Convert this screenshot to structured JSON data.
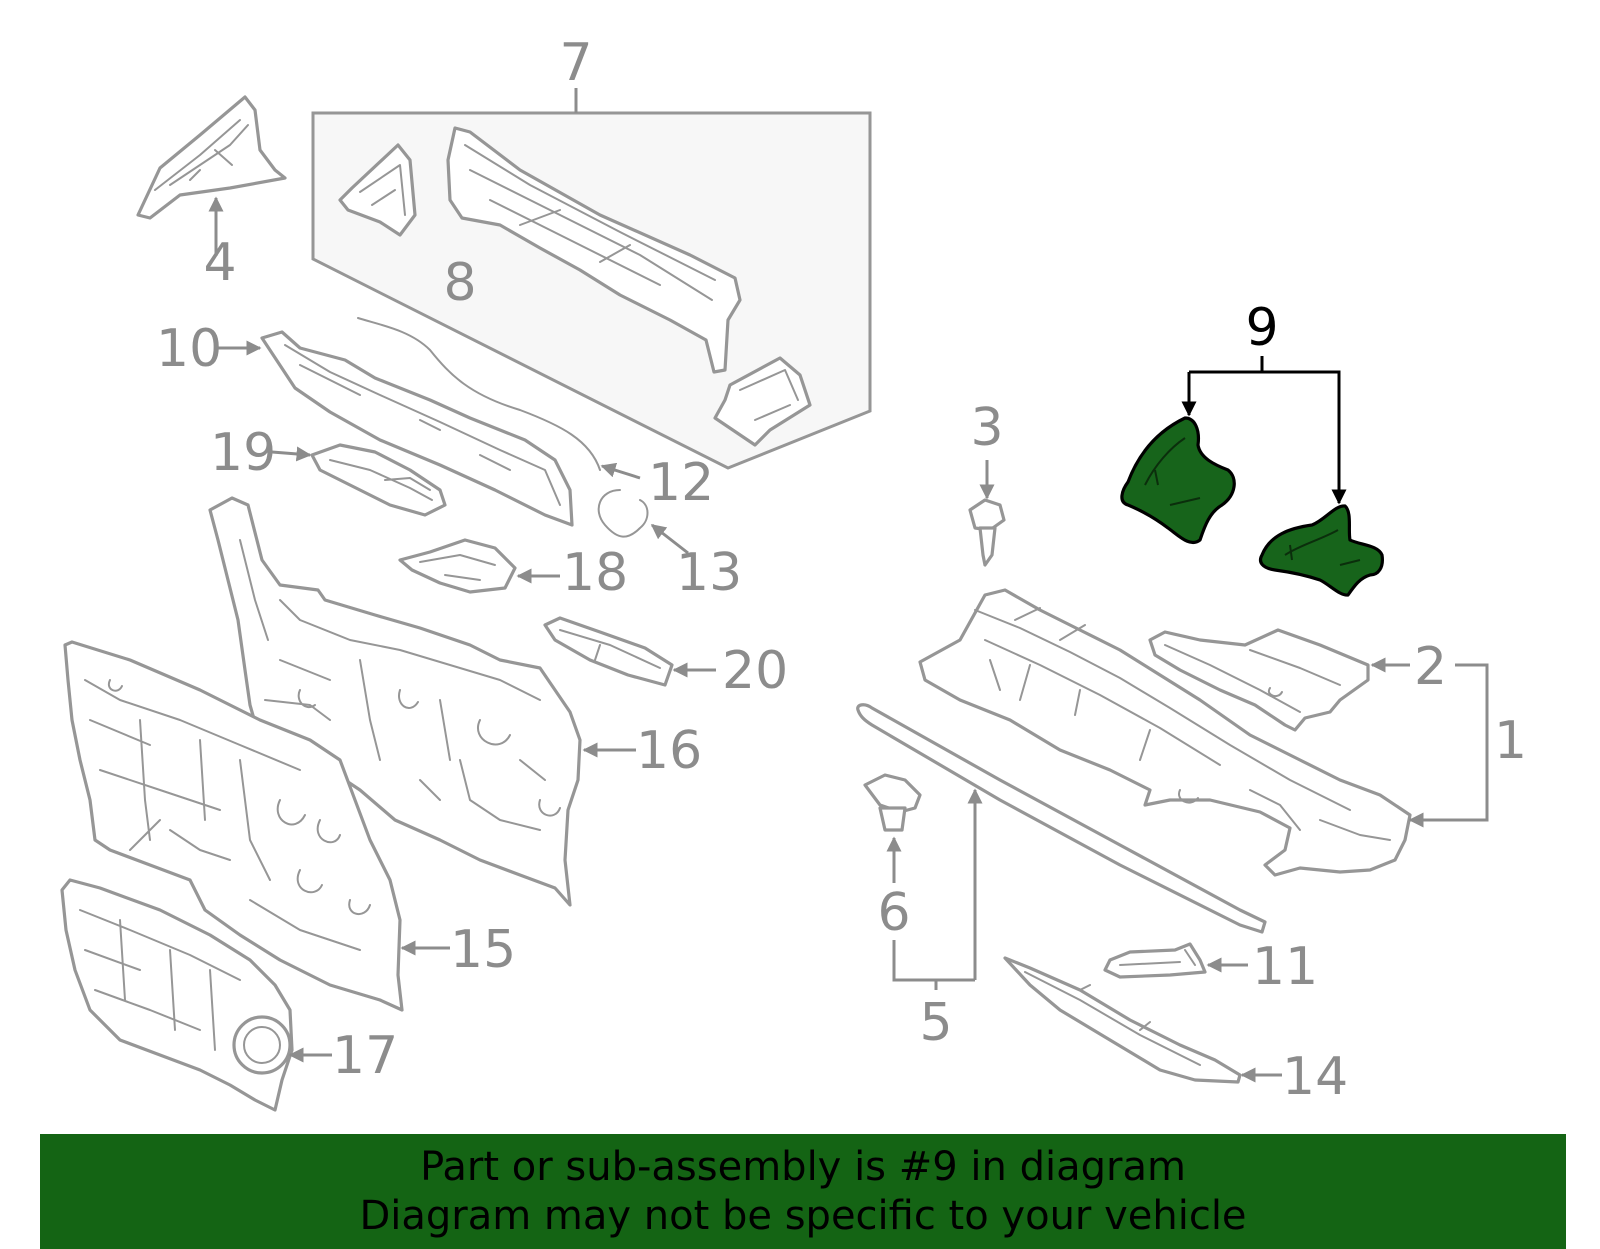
{
  "diagram": {
    "callouts": {
      "c1": "1",
      "c2": "2",
      "c3": "3",
      "c4": "4",
      "c5": "5",
      "c6": "6",
      "c7": "7",
      "c8": "8",
      "c9": "9",
      "c10": "10",
      "c11": "11",
      "c12": "12",
      "c13": "13",
      "c14": "14",
      "c15": "15",
      "c16": "16",
      "c17": "17",
      "c18": "18",
      "c19": "19",
      "c20": "20"
    },
    "highlighted_part": "9",
    "highlight_color": "#17641b",
    "part_color": "#969696"
  },
  "banner": {
    "line1": "Part or sub-assembly is #9 in diagram",
    "line2": "Diagram may not be specific to your vehicle",
    "color": "#146414"
  }
}
